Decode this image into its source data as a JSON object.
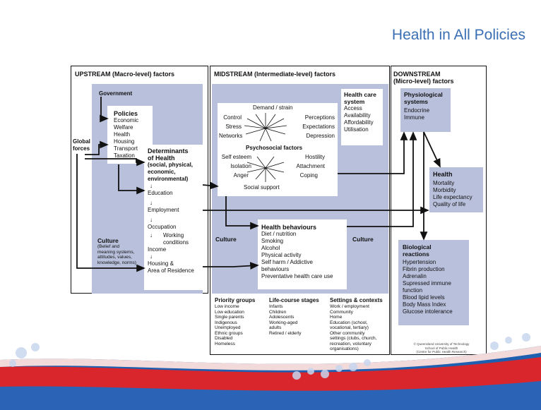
{
  "title": "Health in All Policies",
  "upstream": {
    "header": "UPSTREAM (Macro-level) factors",
    "government": "Government",
    "policies_title": "Policies",
    "policies": [
      "Economic",
      "Welfare",
      "Health",
      "Housing",
      "Transport",
      "Taxation"
    ],
    "global_forces": [
      "Global",
      "forces"
    ],
    "determinants_title": [
      "Determinants",
      "of Health"
    ],
    "determinants_sub": [
      "(social, physical,",
      "economic,",
      "environmental)"
    ],
    "determinants": [
      "Education",
      "Employment",
      "Occupation"
    ],
    "working_conditions": [
      "Working",
      "conditions"
    ],
    "determinants_more": [
      "Income",
      "Housing &",
      "Area of Residence"
    ],
    "culture_title": "Culture",
    "culture_sub": [
      "(Belief and",
      "meaning systems,",
      "attitudes, values,",
      "knowledge, norms)"
    ],
    "arrow_glyph": "↓"
  },
  "midstream": {
    "header": "MIDSTREAM (Intermediate-level) factors",
    "psychosocial_title": "Psychosocial factors",
    "psychosocial_top": [
      "Demand / strain"
    ],
    "psychosocial_left_top": [
      "Control",
      "Stress",
      "Networks"
    ],
    "psychosocial_right_top": [
      "Perceptions",
      "Expectations",
      "Depression"
    ],
    "psychosocial_left_bottom": [
      "Self esteem",
      "Isolation",
      "Anger"
    ],
    "psychosocial_right_bottom": [
      "Hostility",
      "Attachment",
      "Coping"
    ],
    "psychosocial_bottom": [
      "Social support"
    ],
    "health_care_title": [
      "Health care",
      "system"
    ],
    "health_care": [
      "Access",
      "Availability",
      "Affordability",
      "Utilisation"
    ],
    "behaviours_title": "Health behaviours",
    "behaviours": [
      "Diet / nutrition",
      "Smoking",
      "Alcohol",
      "Physical activity",
      "Self harm / Addictive",
      "behaviours",
      "Preventative health care use"
    ],
    "culture_left": "Culture",
    "culture_right": "Culture",
    "priority_title": "Priority groups",
    "priority": [
      "Low income",
      "Low education",
      "Single parents",
      "Indigenous",
      "Unemployed",
      "Ethnic groups",
      "Disabled",
      "Homeless"
    ],
    "lifecourse_title": "Life-course stages",
    "lifecourse": [
      "Infants",
      "Children",
      "Adolescents",
      "Working-aged",
      "adults",
      "Retired / elderly"
    ],
    "settings_title": "Settings & contexts",
    "settings": [
      "Work / employment",
      "Community",
      "Home",
      "Education (school,",
      "vocational, tertiary)",
      "Other community",
      "settings (clubs, church,",
      "recreation, voluntary",
      "organisations)"
    ]
  },
  "downstream": {
    "header": [
      "DOWNSTREAM",
      "(Micro-level) factors"
    ],
    "physiological_title": [
      "Physiological",
      "systems"
    ],
    "physiological": [
      "Endocrine",
      "Immune"
    ],
    "health_title": "Health",
    "health": [
      "Mortality",
      "Morbidity",
      "Life expectancy",
      "Quality of life"
    ],
    "biological_title": [
      "Biological",
      "reactions"
    ],
    "biological": [
      "Hypertension",
      "Fibrin production",
      "Adrenalin",
      "Supressed immune",
      "function",
      "Blood lipid levels",
      "Body Mass Index",
      "Glucose intolerance"
    ],
    "credit": [
      "© Queensland University of Technology",
      "School of Public Health",
      "(Centre for Public Health Research)"
    ]
  },
  "colors": {
    "title": "#3b6fb4",
    "shade": "#b9c0dc",
    "band_red": "#d9262c",
    "band_blue": "#1f5fb0"
  }
}
